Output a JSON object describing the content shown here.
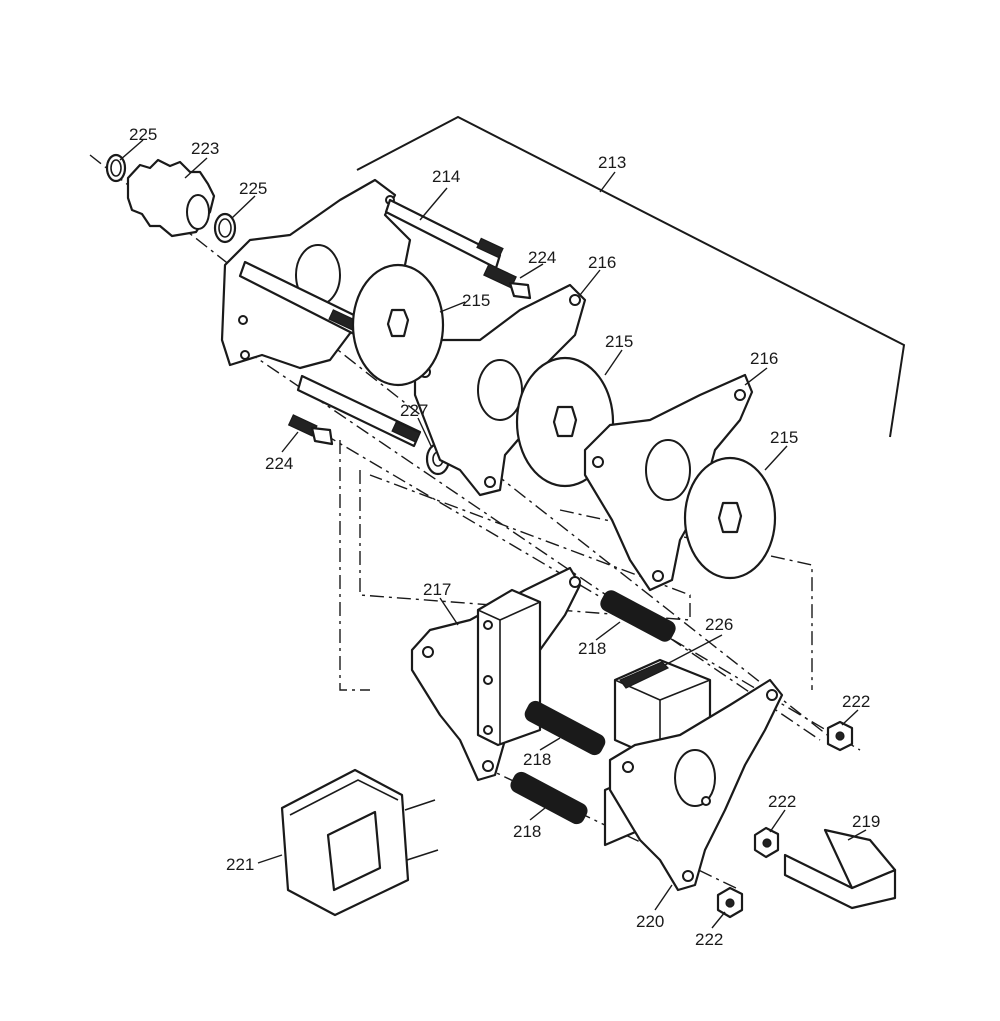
{
  "figure": {
    "labels": {
      "l213": "213",
      "l214": "214",
      "l215a": "215",
      "l215b": "215",
      "l215c": "215",
      "l216a": "216",
      "l216b": "216",
      "l217": "217",
      "l218a": "218",
      "l218b": "218",
      "l218c": "218",
      "l219": "219",
      "l220": "220",
      "l221": "221",
      "l222a": "222",
      "l222b": "222",
      "l222c": "222",
      "l223": "223",
      "l224a": "224",
      "l224b": "224",
      "l225a": "225",
      "l225b": "225",
      "l226": "226",
      "l227": "227"
    }
  }
}
